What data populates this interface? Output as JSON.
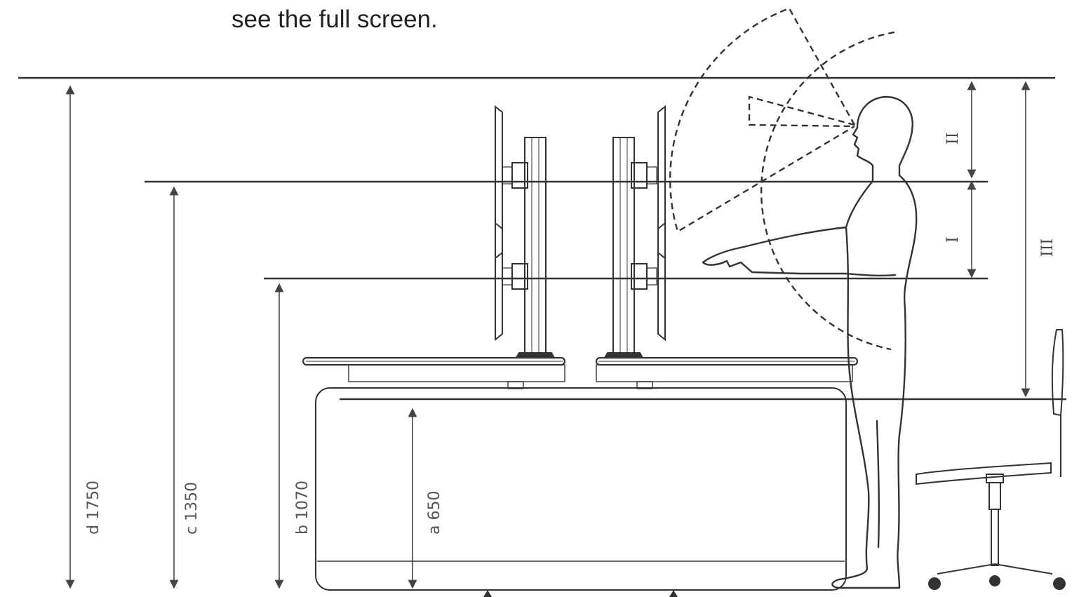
{
  "caption": "see the full screen.",
  "dimensions": {
    "d": "d 1750",
    "c": "c 1350",
    "b": "b 1070",
    "a": "a 650"
  },
  "zones": {
    "zone_1": "I",
    "zone_2": "II",
    "zone_3": "III"
  },
  "colors": {
    "line": "#333333",
    "label": "#555555"
  }
}
